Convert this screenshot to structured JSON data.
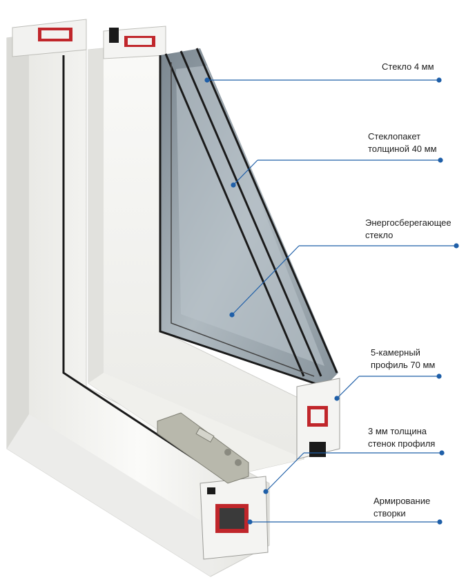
{
  "callouts": [
    {
      "id": "glass",
      "lines": [
        "Стекло 4 мм"
      ]
    },
    {
      "id": "unit",
      "lines": [
        "Стеклопакет",
        "толщиной 40 мм"
      ]
    },
    {
      "id": "energy",
      "lines": [
        "Энергосберегающее",
        "стекло"
      ]
    },
    {
      "id": "profile",
      "lines": [
        "5-камерный",
        "профиль 70 мм"
      ]
    },
    {
      "id": "walls",
      "lines": [
        "3 мм толщина",
        "стенок профиля"
      ]
    },
    {
      "id": "reinforce",
      "lines": [
        "Армирование",
        "створки"
      ]
    }
  ],
  "colors": {
    "leader": "#1f5fa8",
    "frame_white": "#f4f4f2",
    "frame_shade": "#dcdcd8",
    "glass": "#8f9ca6",
    "steel_red": "#c0262b",
    "seal_black": "#1a1a1a"
  }
}
